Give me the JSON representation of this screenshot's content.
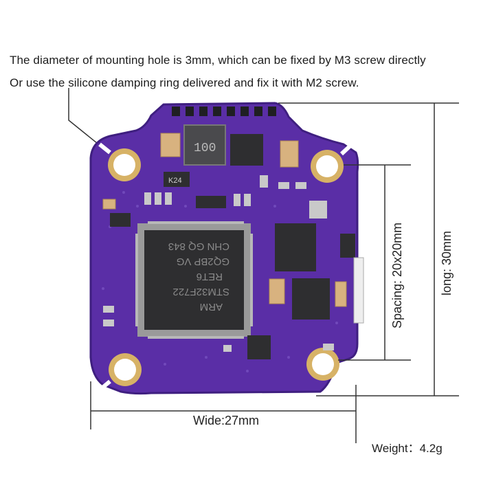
{
  "captions": {
    "line1": "The diameter of mounting hole is 3mm, which can be fixed by M3 screw directly",
    "line2": "Or use the silicone damping ring delivered and fix it with M2 screw."
  },
  "dimensions": {
    "wide": "Wide:27mm",
    "spacing": "Spacing: 20x20mm",
    "long": "long: 30mm",
    "weight": "Weight：4.2g"
  },
  "chip_text": {
    "mcu_line1": "ARM",
    "mcu_line2": "STM32F722",
    "mcu_line3": "RET6",
    "mcu_line4": "GQ2BP VG",
    "mcu_line5": "CHN GQ 843",
    "inductor": "100",
    "small_chip": "K24"
  },
  "colors": {
    "pcb": "#5a2ea6",
    "pcb_dark": "#3f1f80",
    "gold": "#d7b266",
    "chip": "#2e2e30"
  }
}
